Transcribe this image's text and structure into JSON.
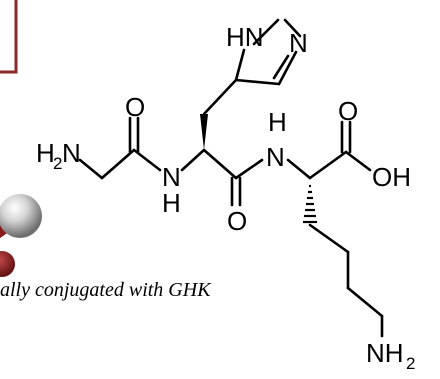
{
  "molecule": {
    "atoms": {
      "imidazole_nh": "HN",
      "imidazole_n": "N",
      "oxygen_1": "O",
      "oxygen_2": "O",
      "oxygen_3": "O",
      "amine_h": "H",
      "amine_n": "N",
      "amide_n1": "N",
      "amide_h1": "H",
      "amide_n2": "N",
      "amide_h2": "H",
      "hydroxyl": "OH",
      "lysine_amine": "NH",
      "lysine_amine_sub": "2"
    }
  },
  "caption": {
    "text": "ally conjugated with GHK"
  },
  "colors": {
    "background": "#ffffff",
    "bond": "#000000",
    "sphere_light": "#d8d8d8",
    "sphere_dark": "#8a1c1c",
    "frame_red": "#8a2a2a"
  }
}
